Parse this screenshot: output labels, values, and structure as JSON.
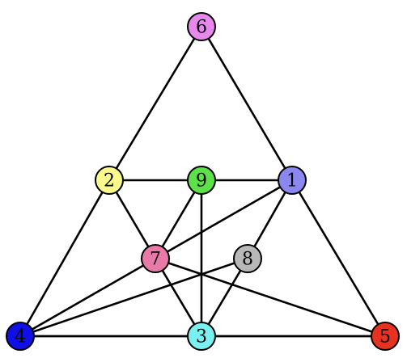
{
  "nodes": [
    {
      "id": "1",
      "label": "1",
      "color": "#8a87ee"
    },
    {
      "id": "2",
      "label": "2",
      "color": "#fafa8c"
    },
    {
      "id": "3",
      "label": "3",
      "color": "#7af0f0"
    },
    {
      "id": "4",
      "label": "4",
      "color": "#1010e6"
    },
    {
      "id": "5",
      "label": "5",
      "color": "#e6321e"
    },
    {
      "id": "6",
      "label": "6",
      "color": "#e887ec"
    },
    {
      "id": "7",
      "label": "7",
      "color": "#e87aa8"
    },
    {
      "id": "8",
      "label": "8",
      "color": "#b8b8b8"
    },
    {
      "id": "9",
      "label": "9",
      "color": "#5ee04a"
    }
  ],
  "edges": [
    [
      "6",
      "2"
    ],
    [
      "6",
      "1"
    ],
    [
      "2",
      "4"
    ],
    [
      "1",
      "5"
    ],
    [
      "4",
      "5"
    ],
    [
      "2",
      "9"
    ],
    [
      "9",
      "1"
    ],
    [
      "2",
      "7"
    ],
    [
      "7",
      "3"
    ],
    [
      "9",
      "7"
    ],
    [
      "9",
      "3"
    ],
    [
      "1",
      "7"
    ],
    [
      "1",
      "8"
    ],
    [
      "8",
      "3"
    ],
    [
      "8",
      "4"
    ],
    [
      "7",
      "4"
    ],
    [
      "7",
      "5"
    ],
    [
      "4",
      "3"
    ],
    [
      "3",
      "5"
    ]
  ]
}
